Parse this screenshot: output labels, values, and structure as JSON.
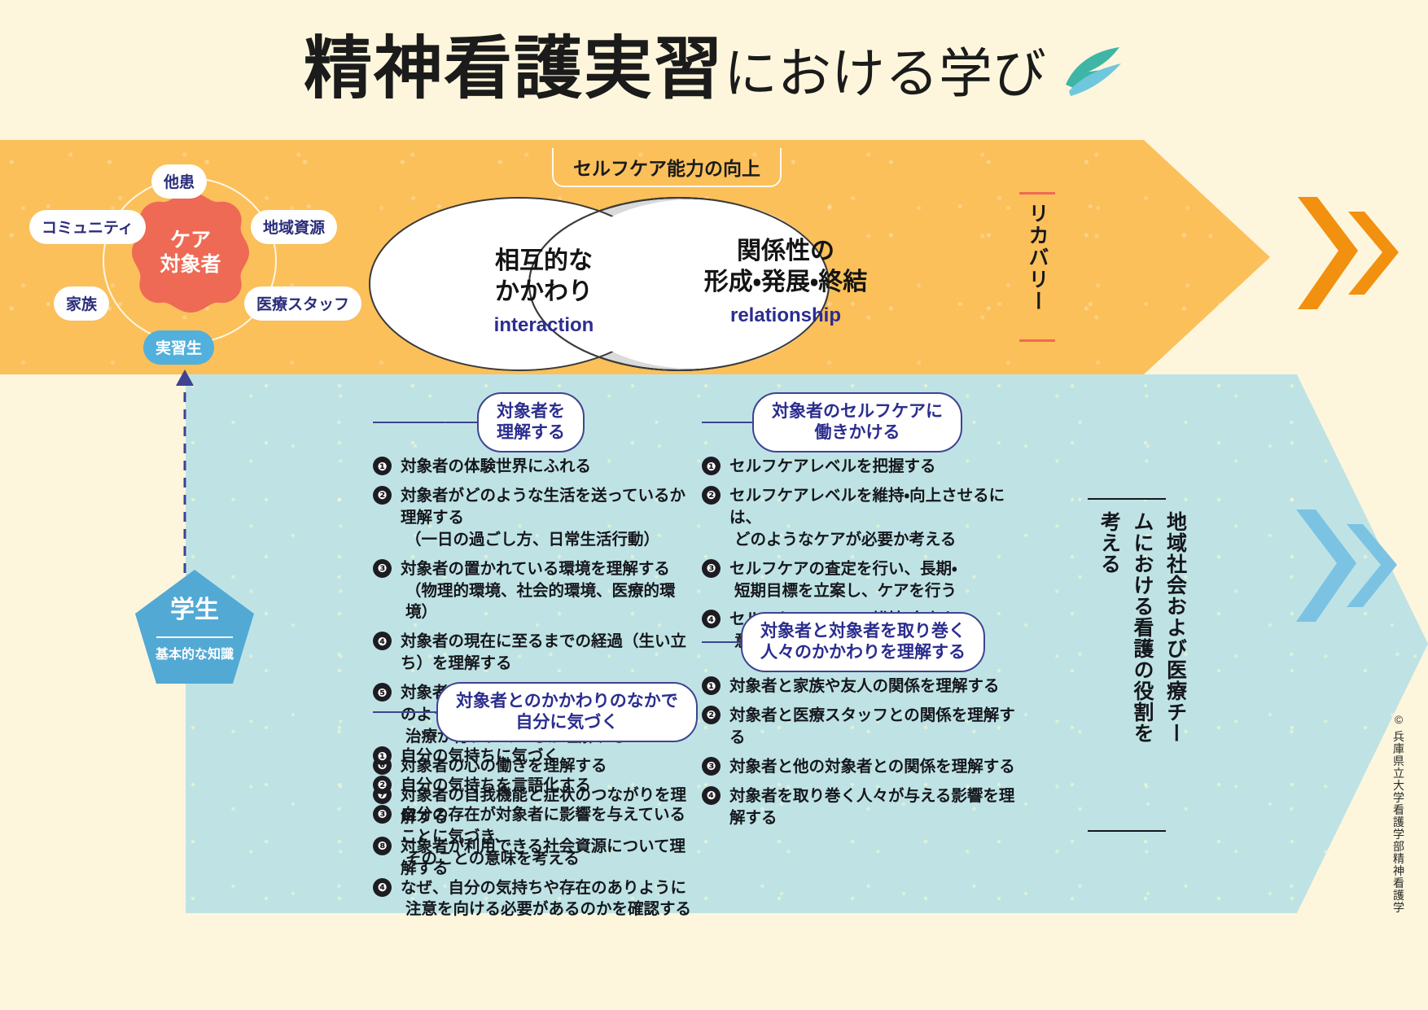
{
  "title": {
    "main": "精神看護実習",
    "sub": "における学び",
    "icon": "leaf-icon"
  },
  "orange_band": {
    "selfcare_label": "セルフケア能力の向上",
    "recovery_label": "リカバリー",
    "care_circle": {
      "center": "ケア\n対象者",
      "center_line1": "ケア",
      "center_line2": "対象者",
      "nodes": [
        {
          "key": "other-patients",
          "label": "他患"
        },
        {
          "key": "community",
          "label": "コミュニティ"
        },
        {
          "key": "regional-resources",
          "label": "地域資源"
        },
        {
          "key": "family",
          "label": "家族"
        },
        {
          "key": "medical-staff",
          "label": "医療スタッフ"
        },
        {
          "key": "student-trainee",
          "label": "実習生"
        }
      ]
    },
    "ellipses": [
      {
        "key": "interaction",
        "ja_line1": "相互的な",
        "ja_line2": "かかわり",
        "en": "interaction"
      },
      {
        "key": "relationship",
        "ja_line1": "関係性の",
        "ja_line2": "形成・発展・終結",
        "en": "relationship"
      }
    ]
  },
  "student_node": {
    "label": "学生",
    "sub": "基本的な知識"
  },
  "role_text": "地域社会および医療チームにおける看護の役割を考える",
  "copyright": "© 兵庫県立大学看護学部精神看護学",
  "sections": [
    {
      "key": "understand-subject",
      "head_line1": "対象者を",
      "head_line2": "理解する",
      "items": [
        {
          "n": "❶",
          "line1": "対象者の体験世界にふれる",
          "line2": ""
        },
        {
          "n": "❷",
          "line1": "対象者がどのような生活を送っているか理解する",
          "line2": "（一日の過ごし方、日常生活行動）"
        },
        {
          "n": "❸",
          "line1": "対象者の置かれている環境を理解する",
          "line2": "（物理的環境、社会的環境、医療的環境）"
        },
        {
          "n": "❹",
          "line1": "対象者の現在に至るまでの経過（生い立ち）を理解する",
          "line2": ""
        },
        {
          "n": "❺",
          "line1": "対象者の病状を把握し、それに対してどのような",
          "line2": "治療が行われているか理解する"
        },
        {
          "n": "❻",
          "line1": "対象者の心の働きを理解する",
          "line2": ""
        },
        {
          "n": "❼",
          "line1": "対象者の自我機能と症状のつながりを理解する",
          "line2": ""
        },
        {
          "n": "❽",
          "line1": "対象者が利用できる社会資源について理解する",
          "line2": ""
        }
      ]
    },
    {
      "key": "promote-selfcare",
      "head_line1": "対象者のセルフケアに",
      "head_line2": "働きかける",
      "items": [
        {
          "n": "❶",
          "line1": "セルフケアレベルを把握する",
          "line2": ""
        },
        {
          "n": "❷",
          "line1": "セルフケアレベルを維持・向上させるには、",
          "line2": "どのようなケアが必要か考える"
        },
        {
          "n": "❸",
          "line1": "セルフケアの査定を行い、長期・",
          "line2": "短期目標を立案し、ケアを行う"
        },
        {
          "n": "❹",
          "line1": "セルフケアレベルの維持・向上を",
          "line2": "意識して働きかける"
        }
      ]
    },
    {
      "key": "understand-surrounding-people",
      "head_line1": "対象者と対象者を取り巻く",
      "head_line2": "人々のかかわりを理解する",
      "items": [
        {
          "n": "❶",
          "line1": "対象者と家族や友人の関係を理解する",
          "line2": ""
        },
        {
          "n": "❷",
          "line1": "対象者と医療スタッフとの関係を理解する",
          "line2": ""
        },
        {
          "n": "❸",
          "line1": "対象者と他の対象者との関係を理解する",
          "line2": ""
        },
        {
          "n": "❹",
          "line1": "対象者を取り巻く人々が与える影響を理解する",
          "line2": ""
        }
      ]
    },
    {
      "key": "self-awareness",
      "head_line1": "対象者とのかかわりのなかで",
      "head_line2": "自分に気づく",
      "items": [
        {
          "n": "❶",
          "line1": "自分の気持ちに気づく",
          "line2": ""
        },
        {
          "n": "❷",
          "line1": "自分の気持ちを言語化する",
          "line2": ""
        },
        {
          "n": "❸",
          "line1": "自分の存在が対象者に影響を与えていることに気づき、",
          "line2": "そのことの意味を考える"
        },
        {
          "n": "❹",
          "line1": "なぜ、自分の気持ちや存在のありように",
          "line2": "注意を向ける必要があるのかを確認する"
        }
      ]
    }
  ],
  "colors": {
    "page_bg": "#fdf6dc",
    "orange": "#fbc05a",
    "orange_accent": "#f28c1c",
    "blue_panel": "#bfe3e5",
    "blue_node": "#52a9d4",
    "red_blob": "#ee6a55",
    "navy": "#2b2d8f"
  }
}
